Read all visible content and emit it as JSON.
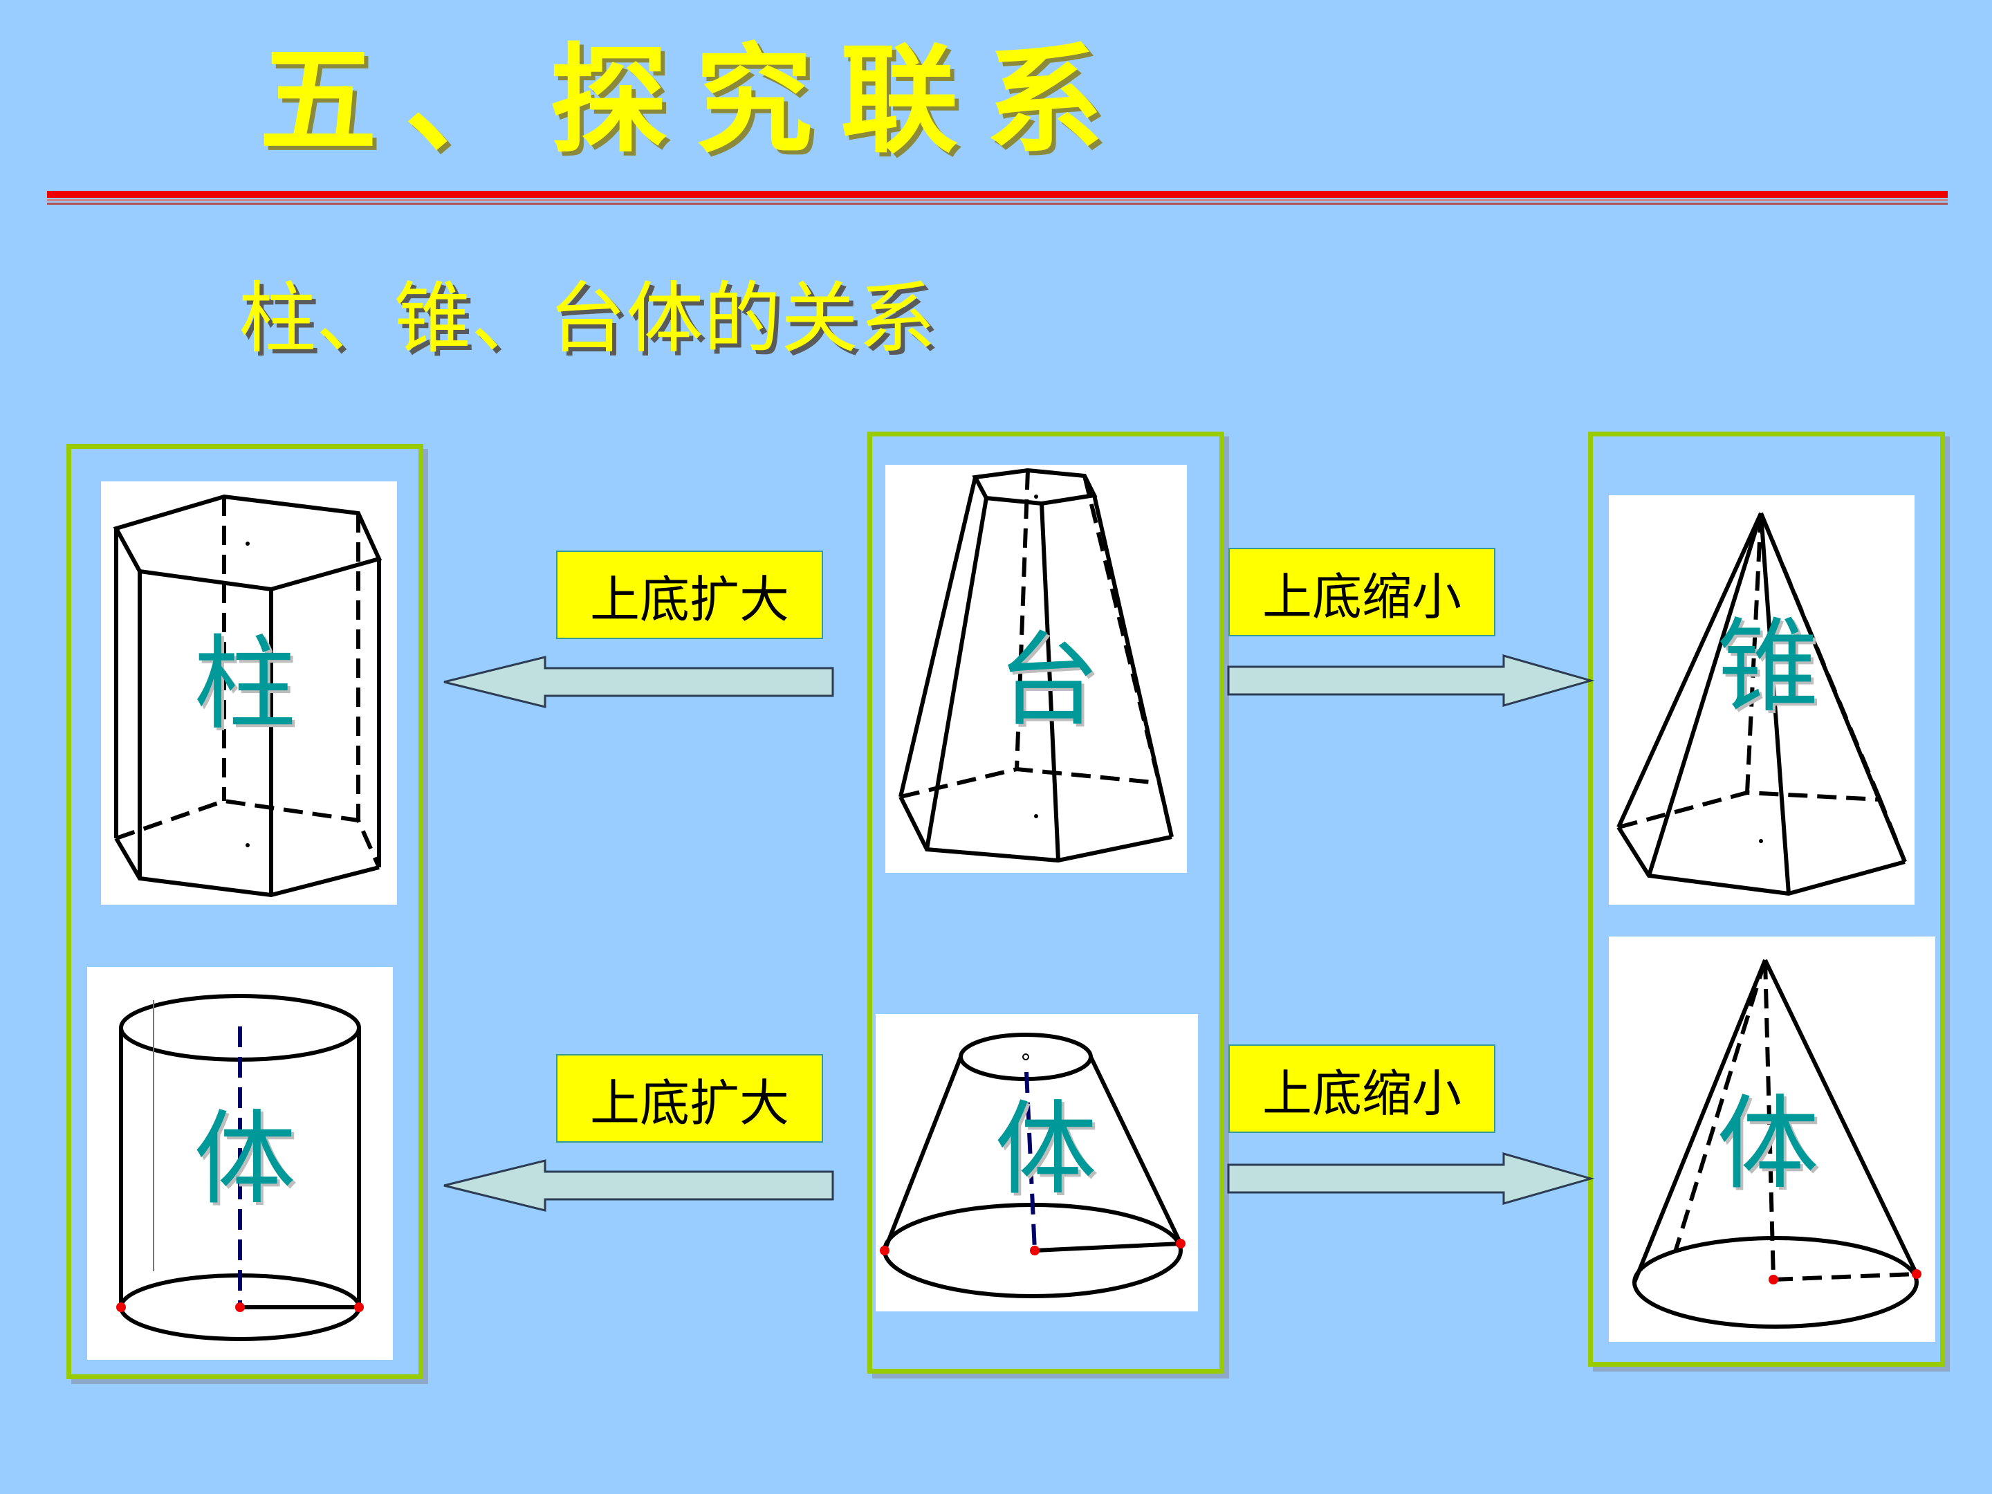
{
  "title": "五、探究联系",
  "subtitle": "柱、锥、台体的关系",
  "colors": {
    "background": "#99ccff",
    "title": "#ffff00",
    "frame": "#99cc00",
    "label": "#009999",
    "arrow_fill": "#c0e0e0",
    "divider_red": "#ee0000"
  },
  "groups": [
    {
      "id": "prism-cylinder",
      "labels": [
        "柱",
        "体"
      ]
    },
    {
      "id": "frustum",
      "labels": [
        "台",
        "体"
      ]
    },
    {
      "id": "pyramid-cone",
      "labels": [
        "锥",
        "体"
      ]
    }
  ],
  "operations": {
    "enlarge_top": "上底扩大",
    "shrink_top": "上底缩小"
  }
}
